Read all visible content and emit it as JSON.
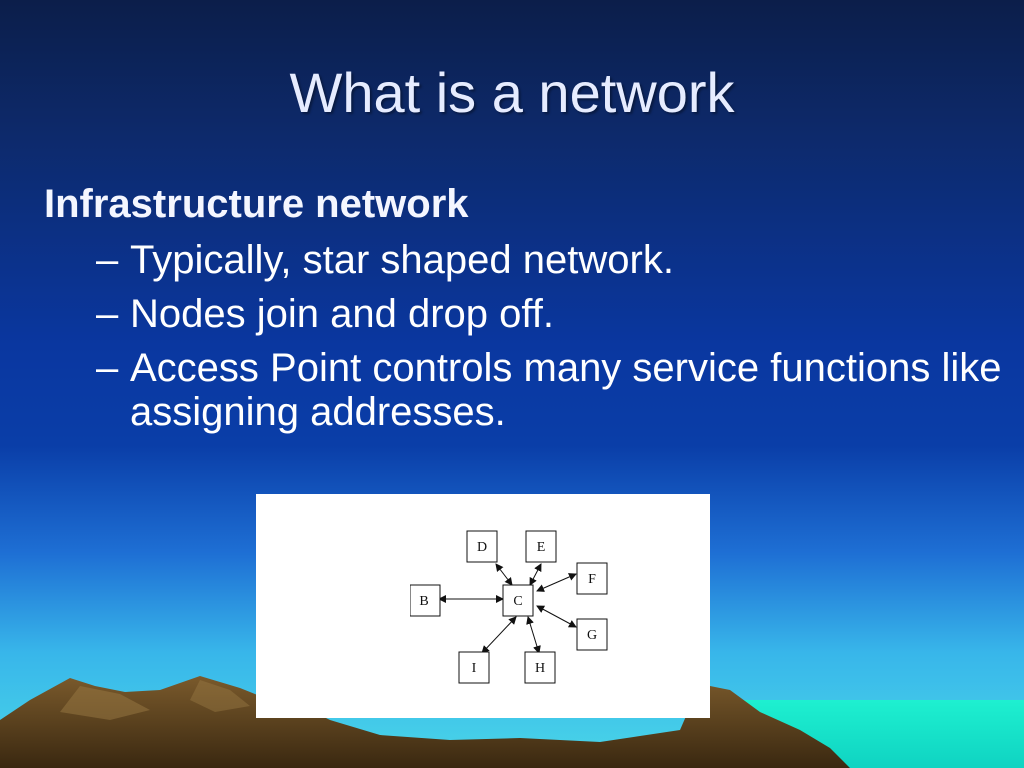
{
  "slide": {
    "title": "What is a network",
    "heading": "Infrastructure network",
    "bullets": [
      {
        "dash": "–",
        "text": "Typically, star shaped network."
      },
      {
        "dash": "–",
        "text": "Nodes join and drop off."
      },
      {
        "dash": "–",
        "text": "Access Point controls many service functions like assigning addresses."
      }
    ]
  },
  "diagram": {
    "center": "C",
    "nodes": [
      "D",
      "E",
      "F",
      "B",
      "G",
      "I",
      "H"
    ]
  },
  "colors": {
    "sky_top": "#0c1e4a",
    "sky_mid": "#0a37a0",
    "horizon": "#4ad7e8",
    "mountain": "#6a4a22",
    "figure_bg": "#ffffff"
  }
}
